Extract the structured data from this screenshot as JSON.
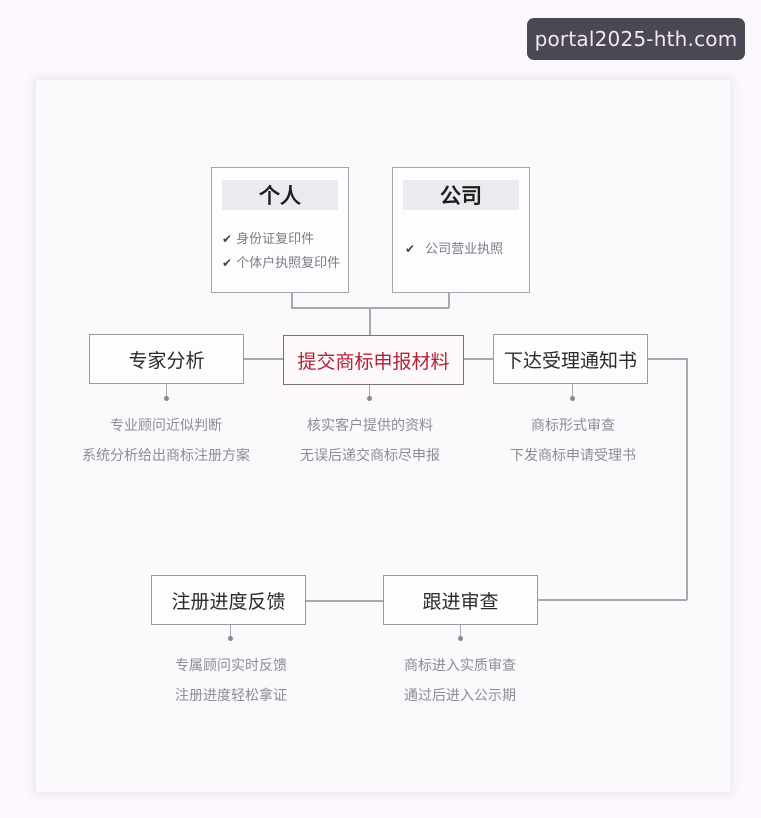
{
  "watermark": "portal2025-hth.com",
  "diagram": {
    "documents": [
      {
        "title": "个人",
        "items": [
          "身份证复印件",
          "个体户执照复印件"
        ]
      },
      {
        "title": "公司",
        "items": [
          "公司营业执照"
        ]
      }
    ],
    "steps": [
      {
        "label": "专家分析",
        "desc": [
          "专业顾问近似判断",
          "系统分析给出商标注册方案"
        ]
      },
      {
        "label": "提交商标申报材料",
        "highlighted": true,
        "desc": [
          "核实客户提供的资料",
          "无误后递交商标尽申报"
        ]
      },
      {
        "label": "下达受理通知书",
        "desc": [
          "商标形式审查",
          "下发商标申请受理书"
        ]
      },
      {
        "label": "跟进审查",
        "desc": [
          "商标进入实质审查",
          "通过后进入公示期"
        ]
      },
      {
        "label": "注册进度反馈",
        "desc": [
          "专属顾问实时反馈",
          "注册进度轻松拿证"
        ]
      }
    ],
    "check_icon": "✔",
    "colors": {
      "highlight": "#b0243a",
      "border": "#9b9a9e",
      "text": "#2b2b2b",
      "desc": "#8e8c92"
    }
  }
}
